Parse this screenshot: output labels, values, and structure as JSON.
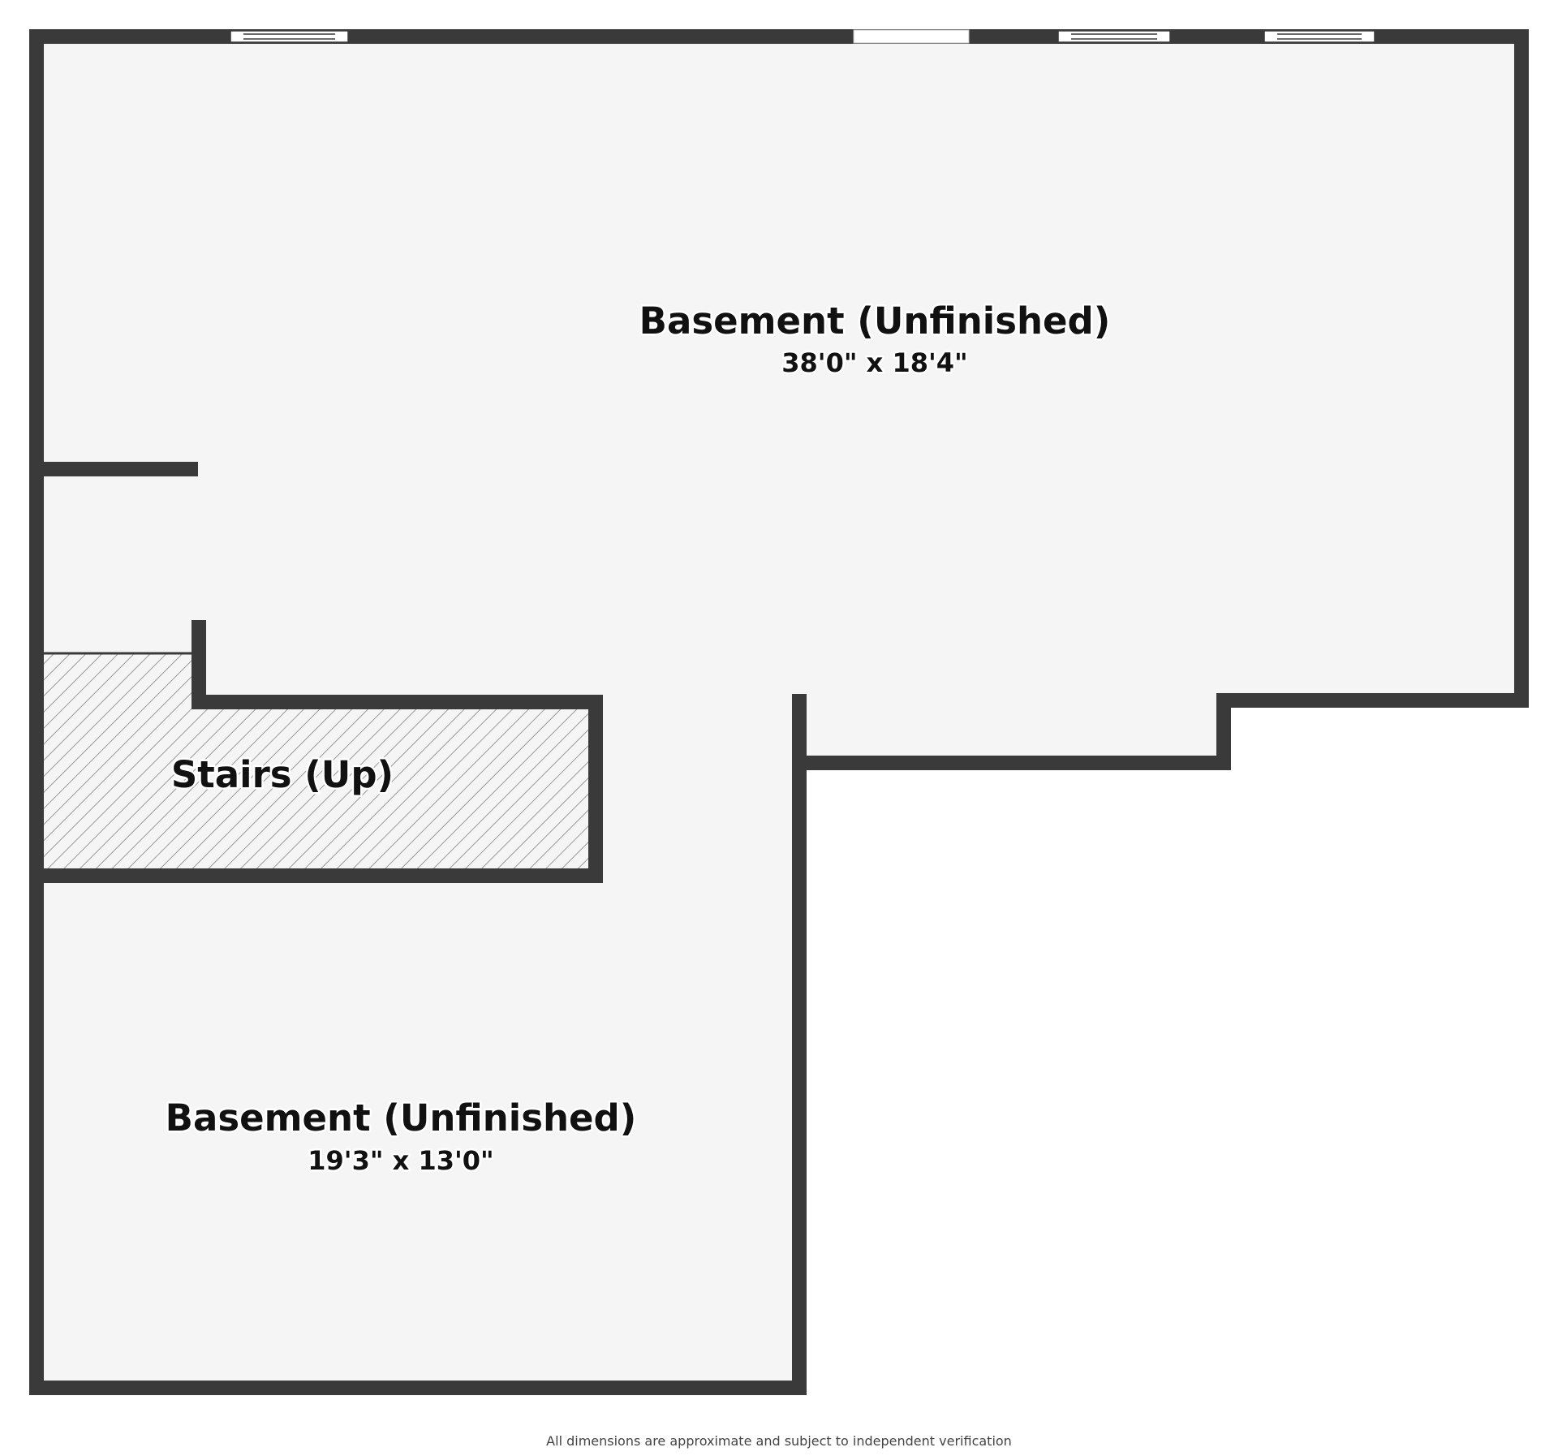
{
  "rooms": {
    "main_basement": {
      "name": "Basement (Unfinished)",
      "dimensions": "38'0\" x 18'4\""
    },
    "lower_basement": {
      "name": "Basement (Unfinished)",
      "dimensions": "19'3\" x 13'0\""
    },
    "stairs": {
      "name": "Stairs (Up)"
    }
  },
  "footer": {
    "note": "All dimensions are approximate and subject to independent verification"
  },
  "colors": {
    "wall": "#3a3a3a",
    "floor": "#f5f5f5",
    "stairs_hatch": "#9a9a9a",
    "window": "#ffffff",
    "background": "#ffffff"
  }
}
